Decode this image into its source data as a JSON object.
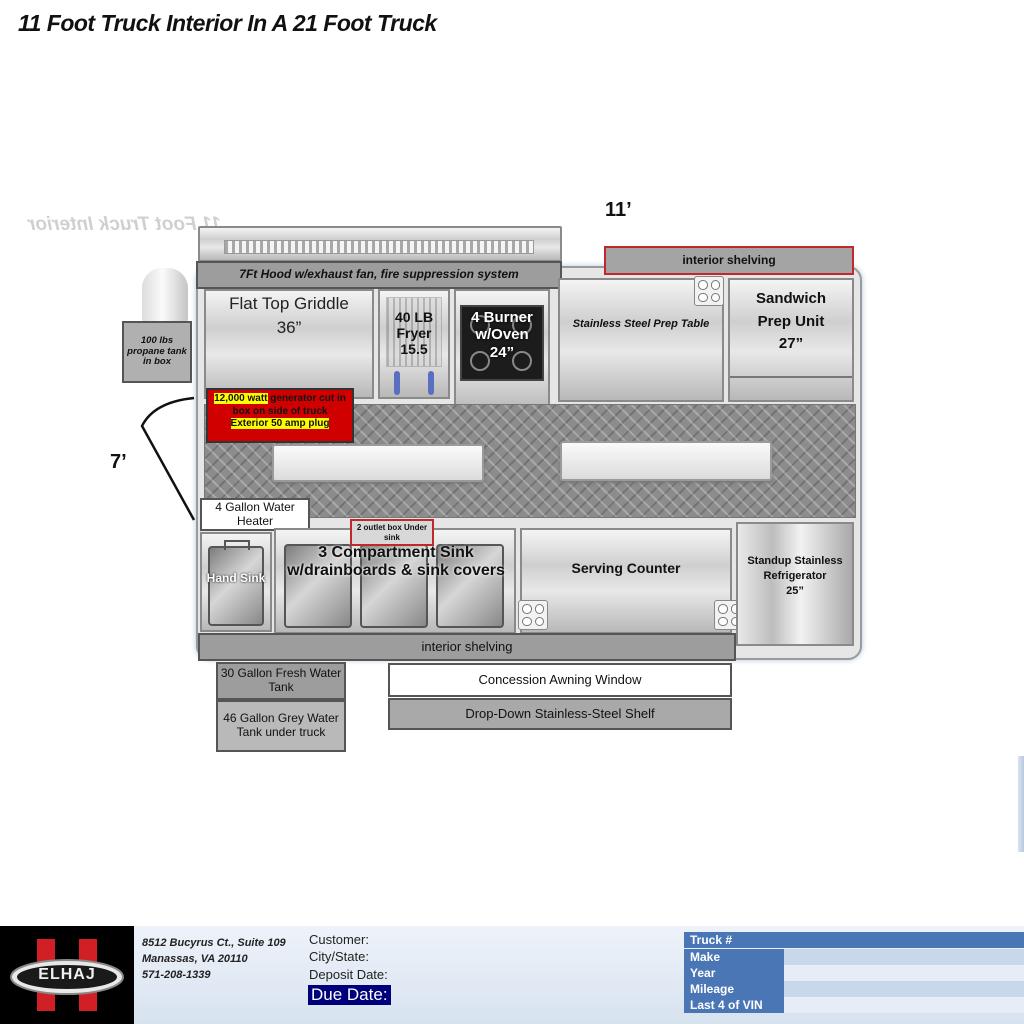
{
  "title": "11 Foot Truck Interior In A 21 Foot Truck",
  "mirrored_title": "11 Foot Truck Interior",
  "dimensions": {
    "length": "11’",
    "width": "7’"
  },
  "equipment": {
    "hood": "7Ft Hood w/exhaust fan, fire suppression  system",
    "propane": "100 lbs propane tank in box",
    "griddle_name": "Flat Top Griddle",
    "griddle_size": "36”",
    "fryer_line1": "40 LB",
    "fryer_line2": "Fryer",
    "fryer_line3": "15.5",
    "burner_line1": "4 Burner",
    "burner_line2": "w/Oven",
    "burner_line3": "24”",
    "prep_table": "Stainless Steel Prep Table",
    "sandwich_line1": "Sandwich",
    "sandwich_line2": "Prep Unit",
    "sandwich_line3": "27”",
    "shelving_top": "interior shelving",
    "generator_part1": "12,000 watt",
    "generator_part2": " generator cut in box on side of truck",
    "generator_part3": "Exterior 50 amp plug",
    "water_heater": "4 Gallon Water Heater",
    "outlet_box": "2 outlet box Under sink",
    "hand_sink": "Hand Sink",
    "three_sink": "3 Compartment Sink w/drainboards & sink covers",
    "serving_counter": "Serving Counter",
    "refrigerator_line1": "Standup Stainless",
    "refrigerator_line2": "Refrigerator",
    "refrigerator_line3": "25”",
    "shelving_bottom": "interior shelving",
    "fresh_tank": "30 Gallon Fresh Water Tank",
    "grey_tank": "46 Gallon Grey Water Tank under truck",
    "awning_window": "Concession Awning Window",
    "dropdown_shelf": "Drop-Down Stainless-Steel Shelf"
  },
  "footer": {
    "logo_text": "ELHAJ",
    "address_line1": "8512 Bucyrus  Ct., Suite 109",
    "address_line2": "Manassas,  VA 20110",
    "phone": "571-208-1339",
    "customer_label": "Customer:",
    "city_label": "City/State:",
    "deposit_label": "Deposit Date:",
    "due_label": "Due Date:",
    "table_rows": [
      "Truck #",
      "Make",
      "Year",
      "Mileage",
      "Last 4 of VIN"
    ]
  },
  "colors": {
    "accent_blue": "#4a76b6",
    "alert_red": "#d00000",
    "highlight_yellow": "#ffff00",
    "due_bg": "#00007a"
  }
}
